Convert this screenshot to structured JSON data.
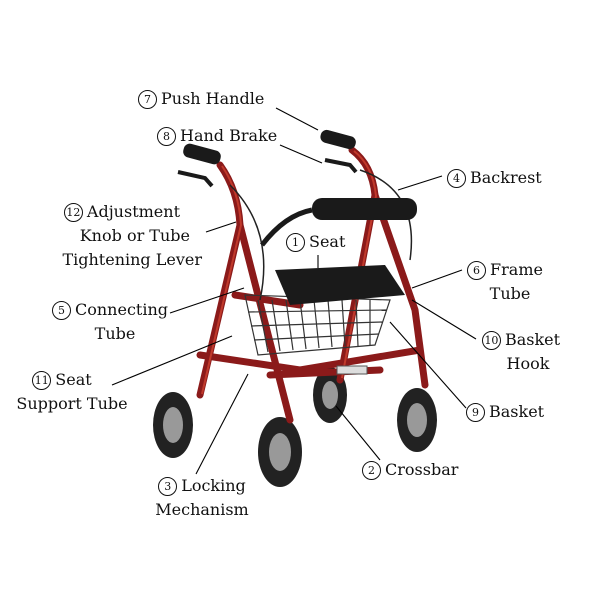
{
  "parts": [
    {
      "num": "7",
      "lines": [
        "Push Handle"
      ]
    },
    {
      "num": "8",
      "lines": [
        "Hand Brake"
      ]
    },
    {
      "num": "4",
      "lines": [
        "Backrest"
      ]
    },
    {
      "num": "12",
      "lines": [
        "Adjustment",
        "Knob or Tube",
        "Tightening Lever"
      ]
    },
    {
      "num": "1",
      "lines": [
        "Seat"
      ]
    },
    {
      "num": "6",
      "lines": [
        "Frame",
        "Tube"
      ]
    },
    {
      "num": "5",
      "lines": [
        "Connecting",
        "Tube"
      ]
    },
    {
      "num": "10",
      "lines": [
        "Basket",
        "Hook"
      ]
    },
    {
      "num": "11",
      "lines": [
        "Seat",
        "Support Tube"
      ]
    },
    {
      "num": "9",
      "lines": [
        "Basket"
      ]
    },
    {
      "num": "2",
      "lines": [
        "Crossbar"
      ]
    },
    {
      "num": "3",
      "lines": [
        "Locking",
        "Mechanism"
      ]
    }
  ],
  "colors": {
    "frame": "#8b1a1a",
    "frame_highlight": "#c0392b",
    "seat": "#1a1a1a",
    "basket": "#333333",
    "wheel": "#222222",
    "hub": "#bbbbbb"
  }
}
